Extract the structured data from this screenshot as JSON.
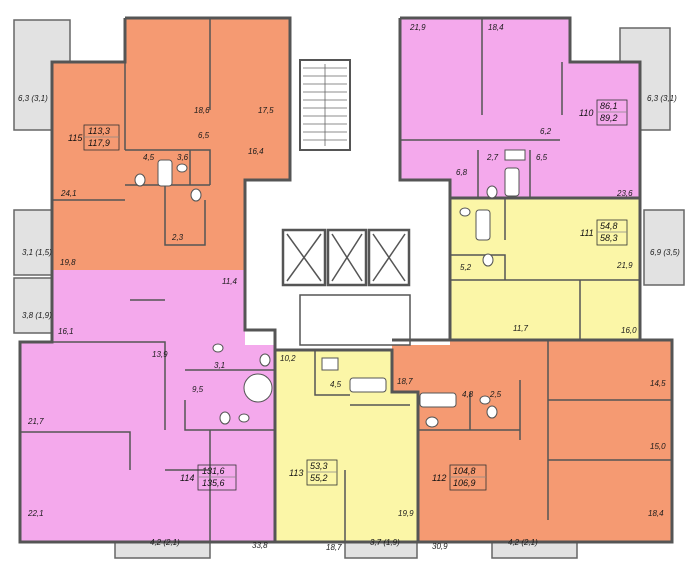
{
  "colors": {
    "orange": "#f59a72",
    "pink": "#f4a9ec",
    "yellow": "#fbf6a7",
    "core": "#ffffff",
    "balcony": "#d9d9d9",
    "wall": "#555555"
  },
  "apartments": [
    {
      "id": "115",
      "area_total": "113,3",
      "area_alt": "117,9"
    },
    {
      "id": "110",
      "area_total": "86,1",
      "area_alt": "89,2"
    },
    {
      "id": "111",
      "area_total": "54,8",
      "area_alt": "58,3"
    },
    {
      "id": "114",
      "area_total": "131,6",
      "area_alt": "135,6"
    },
    {
      "id": "113",
      "area_total": "53,3",
      "area_alt": "55,2"
    },
    {
      "id": "112",
      "area_total": "104,8",
      "area_alt": "106,9"
    }
  ],
  "room_areas": {
    "a115": [
      "18,6",
      "17,5",
      "6,5",
      "16,4",
      "4,5",
      "3,6",
      "24,1",
      "2,3",
      "19,8"
    ],
    "a110": [
      "21,9",
      "18,4",
      "6,2",
      "6,8",
      "2,7",
      "6,5",
      "23,6"
    ],
    "a111": [
      "5,2",
      "21,9",
      "11,7",
      "16,0"
    ],
    "a114": [
      "11,4",
      "16,1",
      "13,9",
      "3,1",
      "9,5",
      "21,7",
      "22,1",
      "33,8"
    ],
    "a113": [
      "10,2",
      "4,5",
      "18,7",
      "19,9",
      "18,7"
    ],
    "a112": [
      "4,8",
      "2,5",
      "14,5",
      "15,0",
      "18,4",
      "30,9"
    ]
  },
  "balconies": [
    "6,3 (3,1)",
    "6,3 (3,1)",
    "3,1 (1,5)",
    "6,9 (3,5)",
    "3,8 (1,9)",
    "4,2 (2,1)",
    "3,7 (1,9)",
    "4,2 (2,1)"
  ]
}
